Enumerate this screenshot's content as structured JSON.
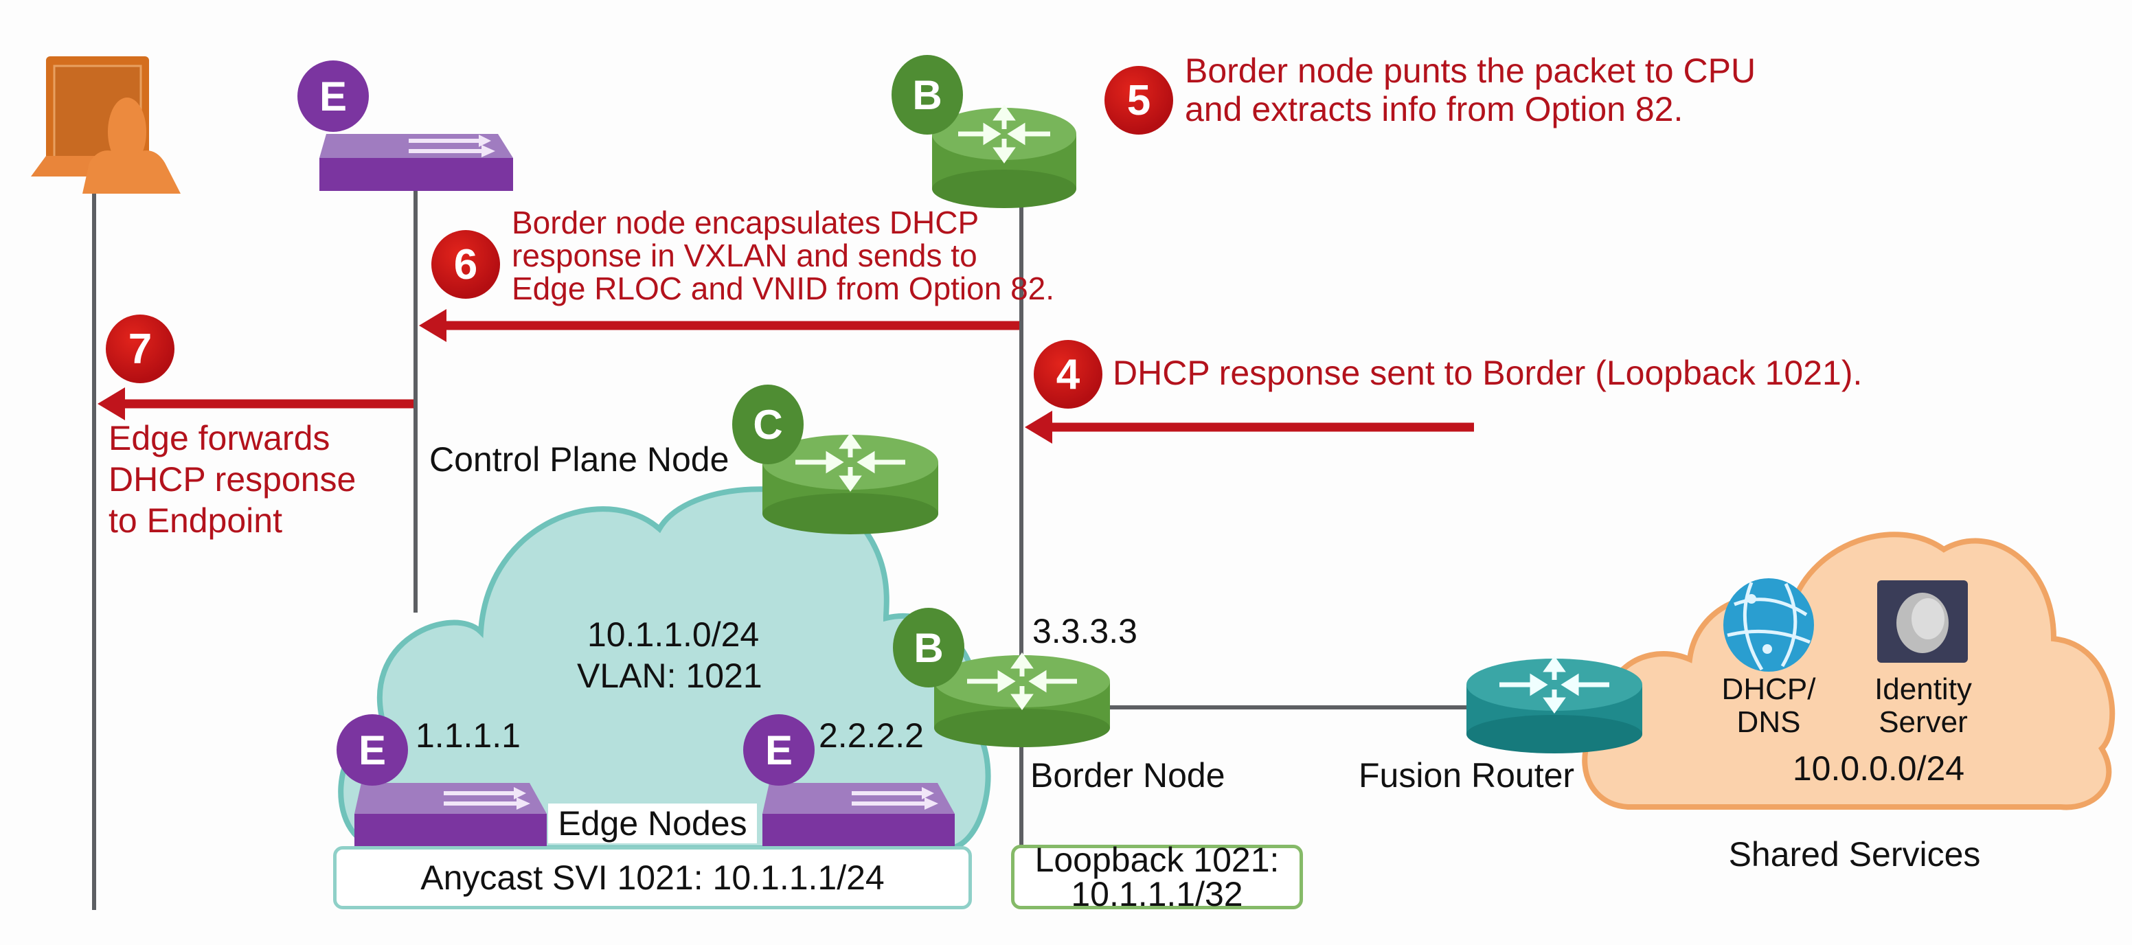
{
  "diagram": {
    "steps": [
      {
        "number": "4",
        "text_lines": [
          "DHCP response sent to Border (Loopback 1021)."
        ]
      },
      {
        "number": "5",
        "text_lines": [
          "Border node punts the packet to CPU",
          "and extracts info from Option 82."
        ]
      },
      {
        "number": "6",
        "text_lines": [
          "Border node encapsulates DHCP",
          "response in VXLAN and sends to",
          "Edge RLOC and VNID from Option 82."
        ]
      },
      {
        "number": "7",
        "text_lines": [
          "Edge forwards",
          "DHCP response",
          "to Endpoint"
        ]
      }
    ],
    "nodes": {
      "top_edge": {
        "badge": "E",
        "icon": "switch-icon"
      },
      "top_border": {
        "badge": "B",
        "icon": "router-icon"
      },
      "control_plane": {
        "badge": "C",
        "label": "Control Plane Node",
        "icon": "router-icon"
      },
      "edge_left": {
        "badge": "E",
        "address": "1.1.1.1",
        "icon": "switch-icon"
      },
      "edge_right": {
        "badge": "E",
        "address": "2.2.2.2",
        "icon": "switch-icon"
      },
      "border": {
        "badge": "B",
        "address": "3.3.3.3",
        "label": "Border Node",
        "icon": "router-icon"
      },
      "fusion": {
        "label": "Fusion Router",
        "icon": "router-icon"
      },
      "endpoint": {
        "icon": "laptop-user-icon"
      }
    },
    "fabric_cloud": {
      "subnet": "10.1.1.0/24",
      "vlan": "VLAN: 1021"
    },
    "edge_nodes_label": "Edge Nodes",
    "anycast_box": "Anycast SVI 1021: 10.1.1.1/24",
    "loopback_box": [
      "Loopback 1021:",
      "10.1.1.1/32"
    ],
    "shared_services": {
      "dhcp_label": [
        "DHCP/",
        "DNS"
      ],
      "identity_label": [
        "Identity",
        "Server"
      ],
      "subnet": "10.0.0.0/24",
      "title": "Shared Services"
    },
    "colors": {
      "step_red": "#c0141c",
      "edge_purple": "#7b35a0",
      "router_green": "#5a9a3a",
      "fusion_teal": "#1f8a8c",
      "fabric_cloud": "#b5e0dc",
      "services_cloud": "#fbd2ac"
    }
  }
}
